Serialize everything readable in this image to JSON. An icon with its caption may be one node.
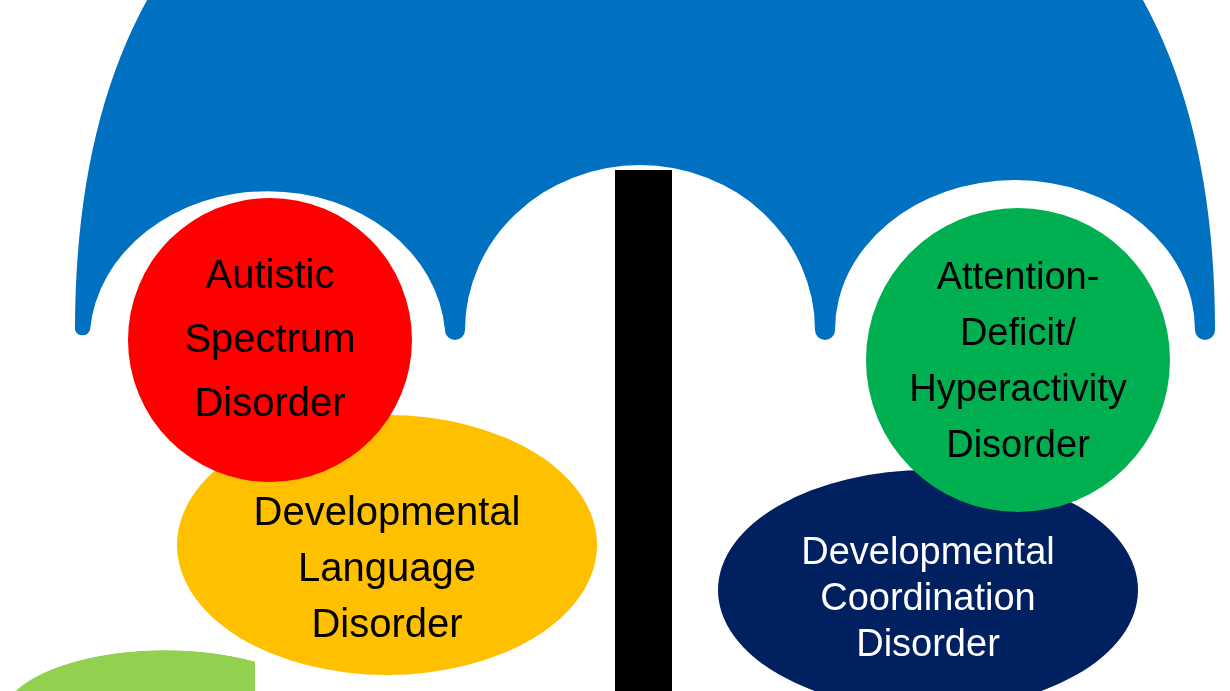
{
  "diagram": {
    "nodes": [
      {
        "text": [
          "Autistic Spectrum Disorder"
        ]
      },
      {
        "text": [
          "Developmental Language Disorder"
        ]
      },
      {
        "text": [],
        "shape": "circle"
      },
      {
        "text": [
          "Attention-Deficit/ Hyperactivity Disorder"
        ]
      },
      {
        "text": [
          "Developmental Coordination Disorder"
        ]
      }
    ],
    "edges": []
  }
}
